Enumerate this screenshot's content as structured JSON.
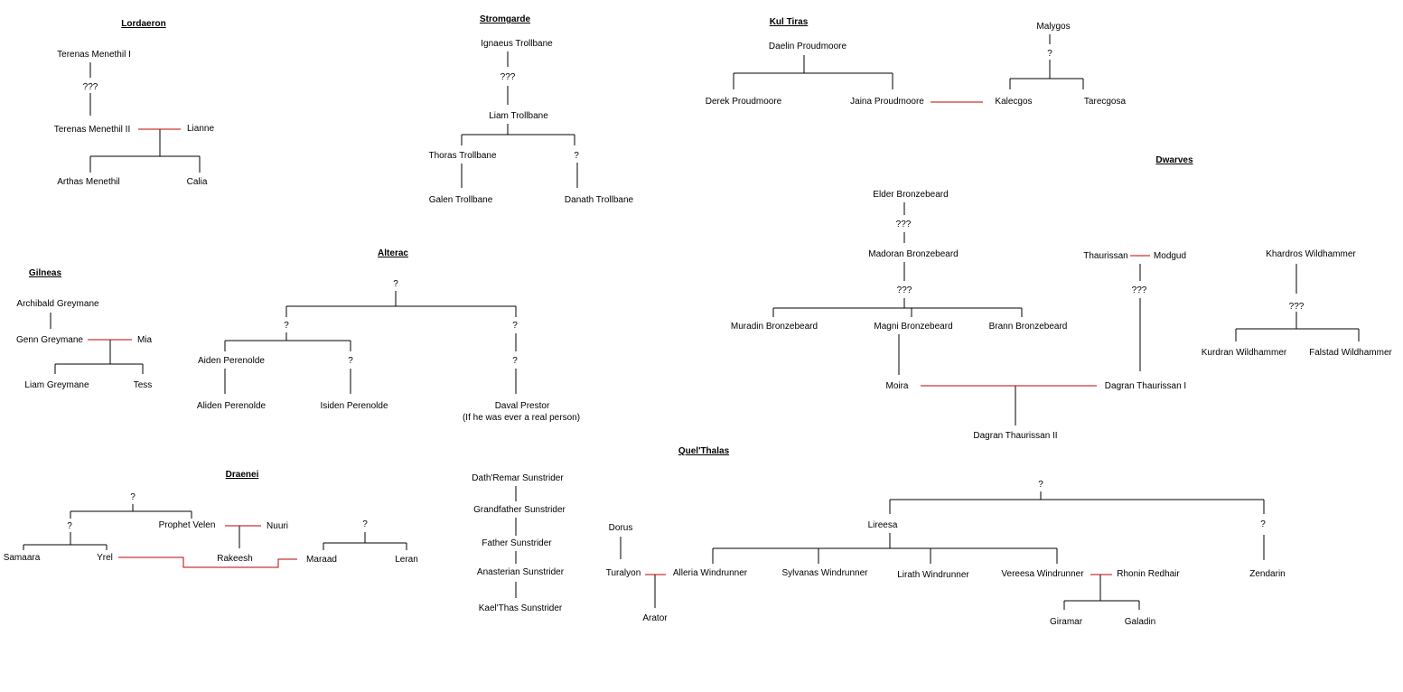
{
  "sections": {
    "lordaeron": "Lordaeron",
    "stromgarde": "Stromgarde",
    "kul_tiras": "Kul Tiras",
    "dwarves": "Dwarves",
    "gilneas": "Gilneas",
    "alterac": "Alterac",
    "draenei": "Draenei",
    "quel_thalas": "Quel'Thalas"
  },
  "people": {
    "terenas_i": "Terenas Menethil I",
    "lordaeron_gap": "???",
    "terenas_ii": "Terenas Menethil II",
    "lianne": "Lianne",
    "arthas": "Arthas Menethil",
    "calia": "Calia",
    "ignaeus": "Ignaeus Trollbane",
    "stromgarde_gap": "???",
    "liam_trollbane": "Liam Trollbane",
    "thoras": "Thoras Trollbane",
    "stromgarde_unknown": "?",
    "galen": "Galen Trollbane",
    "danath": "Danath Trollbane",
    "daelin": "Daelin Proudmoore",
    "derek": "Derek Proudmoore",
    "jaina": "Jaina Proudmoore",
    "malygos": "Malygos",
    "malygos_gap": "?",
    "kalecgos": "Kalecgos",
    "tarecgosa": "Tarecgosa",
    "archibald": "Archibald Greymane",
    "genn": "Genn Greymane",
    "mia": "Mia",
    "liam_greymane": "Liam Greymane",
    "tess": "Tess",
    "alterac_root": "?",
    "alterac_left": "?",
    "alterac_right": "?",
    "aiden": "Aiden Perenolde",
    "alterac_mid": "?",
    "alterac_right2": "?",
    "aliden": "Aliden Perenolde",
    "isiden": "Isiden Perenolde",
    "daval": "Daval Prestor",
    "daval_note": "(If he was ever a real person)",
    "elder_bronzebeard": "Elder Bronzebeard",
    "bronzebeard_gap": "???",
    "madoran": "Madoran Bronzebeard",
    "madoran_gap": "???",
    "muradin": "Muradin Bronzebeard",
    "magni": "Magni Bronzebeard",
    "brann": "Brann Bronzebeard",
    "moira": "Moira",
    "thaurissan": "Thaurissan",
    "modgud": "Modgud",
    "thaurissan_gap": "???",
    "dagran_i": "Dagran Thaurissan I",
    "dagran_ii": "Dagran Thaurissan II",
    "khardros": "Khardros Wildhammer",
    "wildhammer_gap": "???",
    "kurdran": "Kurdran Wildhammer",
    "falstad": "Falstad Wildhammer",
    "draenei_root": "?",
    "draenei_left": "?",
    "velen": "Prophet Velen",
    "nuuri": "Nuuri",
    "samaara": "Samaara",
    "yrel": "Yrel",
    "rakeesh": "Rakeesh",
    "maraad_parent": "?",
    "maraad": "Maraad",
    "leran": "Leran",
    "dathremar": "Dath'Remar Sunstrider",
    "grandfather_sunstrider": "Grandfather Sunstrider",
    "father_sunstrider": "Father Sunstrider",
    "anasterian": "Anasterian Sunstrider",
    "kaelthas": "Kael'Thas Sunstrider",
    "dorus": "Dorus",
    "turalyon": "Turalyon",
    "alleria": "Alleria Windrunner",
    "arator": "Arator",
    "windrunner_root": "?",
    "lireesa": "Lireesa",
    "windrunner_right": "?",
    "sylvanas": "Sylvanas Windrunner",
    "lirath": "Lirath Windrunner",
    "vereesa": "Vereesa Windrunner",
    "rhonin": "Rhonin Redhair",
    "zendarin": "Zendarin",
    "giramar": "Giramar",
    "galadin": "Galadin"
  },
  "colors": {
    "line": "#000000",
    "marriage_line": "#c00000",
    "background": "#ffffff"
  }
}
